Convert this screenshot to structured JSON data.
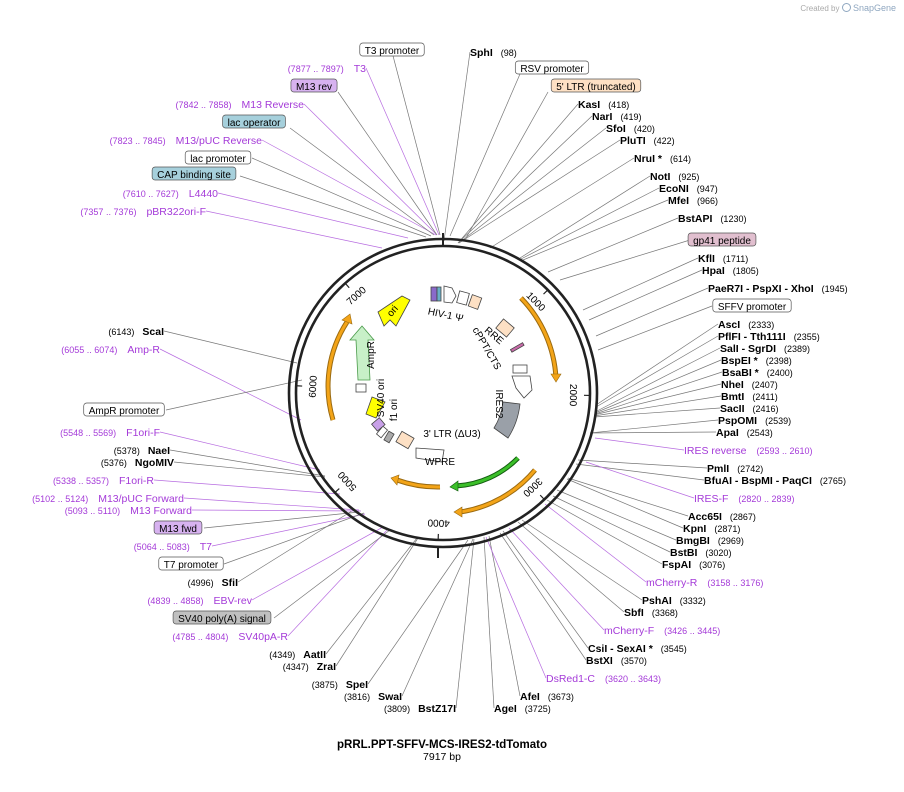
{
  "credit": {
    "prefix": "Created by",
    "brand": "SnapGene"
  },
  "plasmid": {
    "name": "pRRL.PPT-SFFV-MCS-IRES2-tdTomato",
    "size": "7917 bp",
    "length": 7917
  },
  "ticks": [
    {
      "bp": 1000,
      "label": "1000"
    },
    {
      "bp": 2000,
      "label": "2000"
    },
    {
      "bp": 3000,
      "label": "3000"
    },
    {
      "bp": 4000,
      "label": "4000"
    },
    {
      "bp": 5000,
      "label": "5000"
    },
    {
      "bp": 6000,
      "label": "6000"
    },
    {
      "bp": 7000,
      "label": "7000"
    }
  ],
  "enzymes_right": [
    {
      "name": "SphI",
      "pos": "(98)",
      "bp": 98
    },
    {
      "name": "KasI",
      "pos": "(418)",
      "bp": 418
    },
    {
      "name": "NarI",
      "pos": "(419)",
      "bp": 419
    },
    {
      "name": "SfoI",
      "pos": "(420)",
      "bp": 420
    },
    {
      "name": "PluTI",
      "pos": "(422)",
      "bp": 422
    },
    {
      "name": "NruI *",
      "pos": "(614)",
      "bp": 614
    },
    {
      "name": "NotI",
      "pos": "(925)",
      "bp": 925
    },
    {
      "name": "EcoNI",
      "pos": "(947)",
      "bp": 947
    },
    {
      "name": "MfeI",
      "pos": "(966)",
      "bp": 966
    },
    {
      "name": "BstAPI",
      "pos": "(1230)",
      "bp": 1230
    },
    {
      "name": "KflI",
      "pos": "(1711)",
      "bp": 1711
    },
    {
      "name": "HpaI",
      "pos": "(1805)",
      "bp": 1805
    },
    {
      "name": "PaeR7I - PspXI - XhoI",
      "pos": "(1945)",
      "bp": 1945
    },
    {
      "name": "AscI",
      "pos": "(2333)",
      "bp": 2333
    },
    {
      "name": "PflFI - Tth111I",
      "pos": "(2355)",
      "bp": 2355
    },
    {
      "name": "SalI - SgrDI",
      "pos": "(2389)",
      "bp": 2389
    },
    {
      "name": "BspEI *",
      "pos": "(2398)",
      "bp": 2398
    },
    {
      "name": "BsaBI *",
      "pos": "(2400)",
      "bp": 2400
    },
    {
      "name": "NheI",
      "pos": "(2407)",
      "bp": 2407
    },
    {
      "name": "BmtI",
      "pos": "(2411)",
      "bp": 2411
    },
    {
      "name": "SacII",
      "pos": "(2416)",
      "bp": 2416
    },
    {
      "name": "PspOMI",
      "pos": "(2539)",
      "bp": 2539
    },
    {
      "name": "ApaI",
      "pos": "(2543)",
      "bp": 2543
    },
    {
      "name": "PmlI",
      "pos": "(2742)",
      "bp": 2742
    },
    {
      "name": "BfuAI - BspMI - PaqCI",
      "pos": "(2765)",
      "bp": 2765
    },
    {
      "name": "Acc65I",
      "pos": "(2867)",
      "bp": 2867
    },
    {
      "name": "KpnI",
      "pos": "(2871)",
      "bp": 2871
    },
    {
      "name": "BmgBI",
      "pos": "(2969)",
      "bp": 2969
    },
    {
      "name": "BstBI",
      "pos": "(3020)",
      "bp": 3020
    },
    {
      "name": "FspAI",
      "pos": "(3076)",
      "bp": 3076
    },
    {
      "name": "PshAI",
      "pos": "(3332)",
      "bp": 3332
    },
    {
      "name": "SbfI",
      "pos": "(3368)",
      "bp": 3368
    },
    {
      "name": "CsiI - SexAI *",
      "pos": "(3545)",
      "bp": 3545
    },
    {
      "name": "BstXI",
      "pos": "(3570)",
      "bp": 3570
    },
    {
      "name": "AfeI",
      "pos": "(3673)",
      "bp": 3673
    },
    {
      "name": "AgeI",
      "pos": "(3725)",
      "bp": 3725
    }
  ],
  "enzymes_bottom_left": [
    {
      "name": "BstZ17I",
      "pos": "(3809)",
      "bp": 3809
    },
    {
      "name": "SwaI",
      "pos": "(3816)",
      "bp": 3816
    },
    {
      "name": "SpeI",
      "pos": "(3875)",
      "bp": 3875
    },
    {
      "name": "ZraI",
      "pos": "(4347)",
      "bp": 4347
    },
    {
      "name": "AatII",
      "pos": "(4349)",
      "bp": 4349
    },
    {
      "name": "SfiI",
      "pos": "(4996)",
      "bp": 4996
    },
    {
      "name": "NgoMIV",
      "pos": "(5376)",
      "bp": 5376
    },
    {
      "name": "NaeI",
      "pos": "(5378)",
      "bp": 5378
    },
    {
      "name": "ScaI",
      "pos": "(6143)",
      "bp": 6143
    }
  ],
  "primers": [
    {
      "name": "IRES reverse",
      "pos": "(2593 .. 2610)",
      "bp": 2600
    },
    {
      "name": "IRES-F",
      "pos": "(2820 .. 2839)",
      "bp": 2830
    },
    {
      "name": "mCherry-R",
      "pos": "(3158 .. 3176)",
      "bp": 3167
    },
    {
      "name": "mCherry-F",
      "pos": "(3426 .. 3445)",
      "bp": 3435
    },
    {
      "name": "DsRed1-C",
      "pos": "(3620 .. 3643)",
      "bp": 3631
    },
    {
      "name": "SV40pA-R",
      "pos": "(4785 .. 4804)",
      "bp": 4795
    },
    {
      "name": "EBV-rev",
      "pos": "(4839 .. 4858)",
      "bp": 4848
    },
    {
      "name": "T7",
      "pos": "(5064 .. 5083)",
      "bp": 5073
    },
    {
      "name": "M13 Forward",
      "pos": "(5093 .. 5110)",
      "bp": 5101
    },
    {
      "name": "M13/pUC Forward",
      "pos": "(5102 .. 5124)",
      "bp": 5113
    },
    {
      "name": "F1ori-R",
      "pos": "(5338 .. 5357)",
      "bp": 5347
    },
    {
      "name": "F1ori-F",
      "pos": "(5548 .. 5569)",
      "bp": 5558
    },
    {
      "name": "Amp-R",
      "pos": "(6055 .. 6074)",
      "bp": 6064
    },
    {
      "name": "pBR322ori-F",
      "pos": "(7357 .. 7376)",
      "bp": 7366
    },
    {
      "name": "L4440",
      "pos": "(7610 .. 7627)",
      "bp": 7618
    },
    {
      "name": "M13/pUC Reverse",
      "pos": "(7823 .. 7845)",
      "bp": 7834
    },
    {
      "name": "M13 Reverse",
      "pos": "(7842 .. 7858)",
      "bp": 7850
    },
    {
      "name": "T3",
      "pos": "(7877 .. 7897)",
      "bp": 7887
    }
  ],
  "boxed_features": [
    {
      "name": "T3 promoter",
      "fill": "#ffffff",
      "bp": 7890
    },
    {
      "name": "RSV promoter",
      "fill": "#ffffff",
      "bp": 100
    },
    {
      "name": "5' LTR (truncated)",
      "fill": "#fde0c4",
      "bp": 380
    },
    {
      "name": "M13 rev",
      "fill": "#d7b2f0",
      "bp": 7860
    },
    {
      "name": "lac operator",
      "fill": "#a6d0dc",
      "bp": 7800
    },
    {
      "name": "lac promoter",
      "fill": "#ffffff",
      "bp": 7760
    },
    {
      "name": "CAP binding site",
      "fill": "#a6d0dc",
      "bp": 7700
    },
    {
      "name": "gp41 peptide",
      "fill": "#e1bfcf",
      "bp": 1500
    },
    {
      "name": "SFFV promoter",
      "fill": "#ffffff",
      "bp": 2000
    },
    {
      "name": "AmpR promoter",
      "fill": "#ffffff",
      "bp": 5900
    },
    {
      "name": "M13 fwd",
      "fill": "#d7b2f0",
      "bp": 5105
    },
    {
      "name": "T7 promoter",
      "fill": "#ffffff",
      "bp": 5060
    },
    {
      "name": "SV40 poly(A) signal",
      "fill": "#c0c0c0",
      "bp": 4820
    }
  ],
  "inner_labels": [
    {
      "text": "HIV-1 Ψ"
    },
    {
      "text": "RRE"
    },
    {
      "text": "cPPT/CTS"
    },
    {
      "text": "IRES2"
    },
    {
      "text": "3' LTR (ΔU3)"
    },
    {
      "text": "WPRE"
    },
    {
      "text": "f1 ori"
    },
    {
      "text": "SV40 ori"
    },
    {
      "text": "AmpR"
    },
    {
      "text": "ori"
    }
  ],
  "colors": {
    "enzyme": "#000000",
    "primer": "#a43ad8",
    "orf": "#f3a418",
    "ori": "#ffff00",
    "ampr": "#c8f0c8",
    "ires": "#2e9e1e"
  }
}
